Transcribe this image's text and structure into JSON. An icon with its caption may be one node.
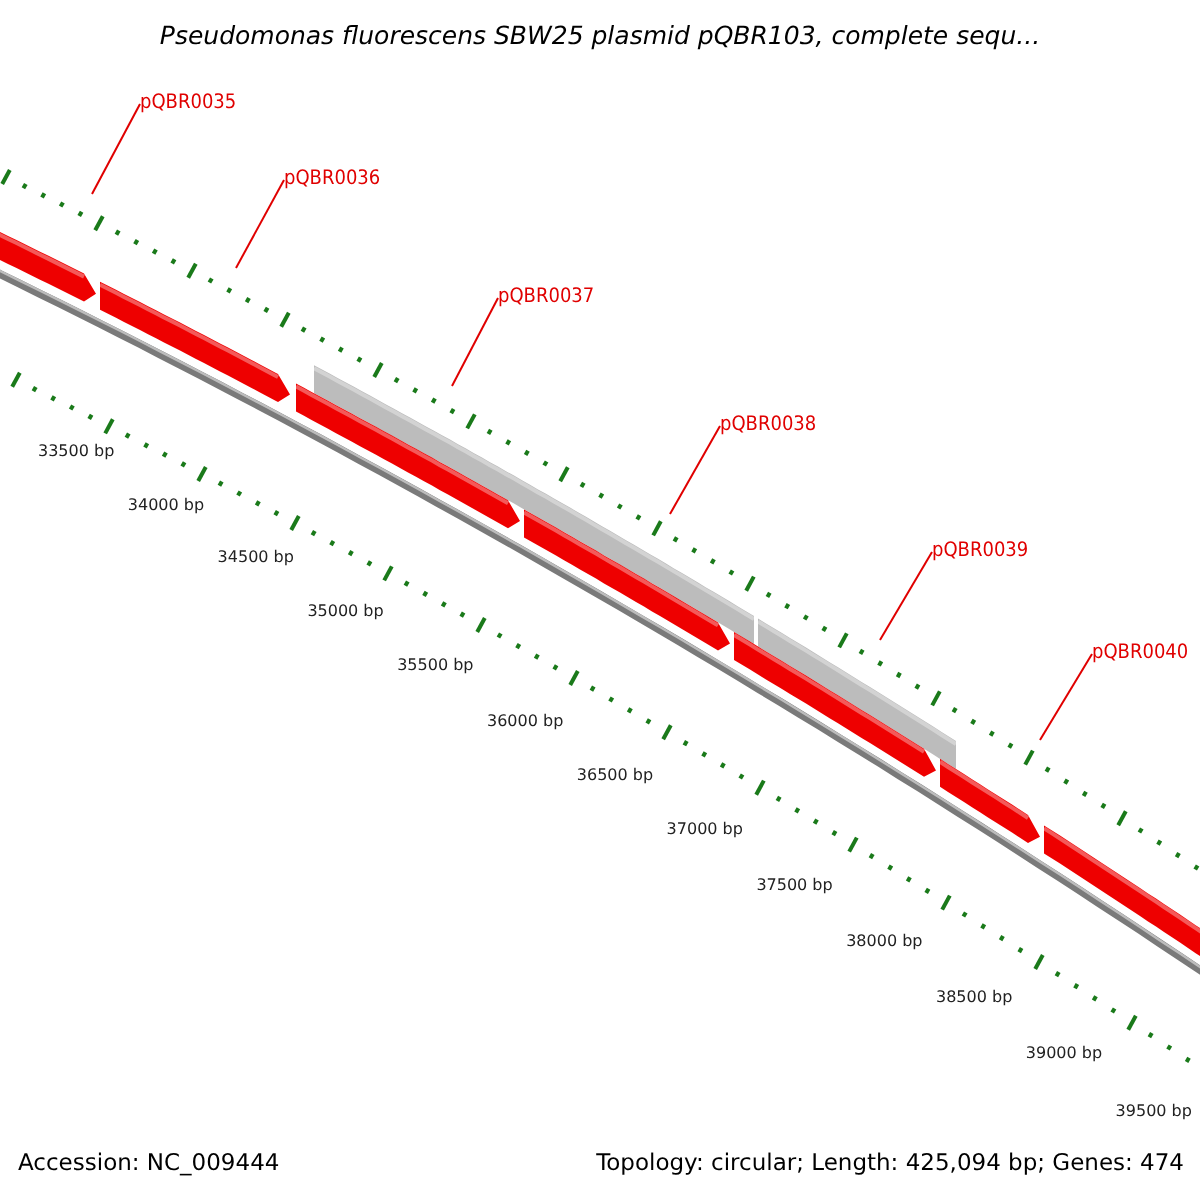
{
  "diagram": {
    "title": "Pseudomonas fluorescens SBW25 plasmid pQBR103, complete sequ...",
    "nodes": [
      {
        "text": [
          "pQBR0035"
        ]
      },
      {
        "text": [
          "pQBR0036"
        ]
      },
      {
        "text": [
          "pQBR0037"
        ]
      },
      {
        "text": [
          "pQBR0038"
        ]
      },
      {
        "text": [
          "pQBR0039"
        ]
      },
      {
        "text": [
          "pQBR0040"
        ]
      }
    ],
    "edges": [
      {
        "from": 0,
        "to": null,
        "arrow": "none"
      },
      {
        "from": 1,
        "to": null,
        "arrow": "none"
      },
      {
        "from": 2,
        "to": null,
        "arrow": "none"
      },
      {
        "from": 3,
        "to": null,
        "arrow": "none"
      },
      {
        "from": 4,
        "to": null,
        "arrow": "none"
      },
      {
        "from": 5,
        "to": null,
        "arrow": "none"
      }
    ],
    "labels": [
      "33500 bp",
      "34000 bp",
      "34500 bp",
      "35000 bp",
      "35500 bp",
      "36000 bp",
      "36500 bp",
      "37000 bp",
      "37500 bp",
      "38000 bp",
      "38500 bp",
      "39000 bp",
      "39500 bp",
      "Accession: NC_009444",
      "Topology: circular; Length: 425,094 bp; Genes: 474"
    ]
  }
}
